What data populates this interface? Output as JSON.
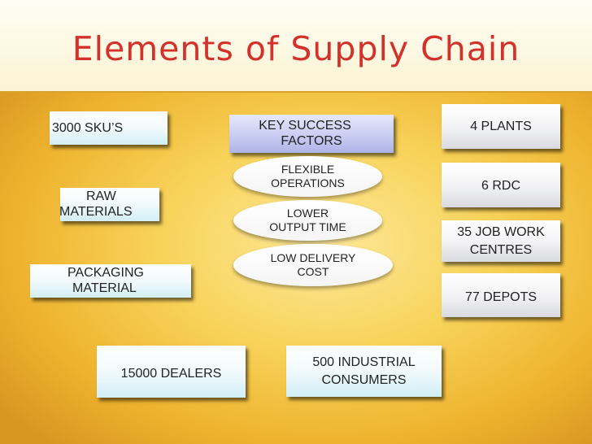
{
  "title": "Elements of Supply Chain",
  "boxes": {
    "skus": [
      "3000 SKU’S"
    ],
    "raw_materials": [
      "RAW",
      "MATERIALS"
    ],
    "packaging": [
      "PACKAGING",
      "MATERIAL"
    ],
    "key_success": [
      "KEY SUCCESS",
      "FACTORS"
    ],
    "plants": [
      "4 PLANTS"
    ],
    "rdc": [
      "6 RDC"
    ],
    "job_work": [
      "35 JOB WORK",
      "CENTRES"
    ],
    "depots": [
      "77 DEPOTS"
    ],
    "dealers": [
      "15000 DEALERS"
    ],
    "industrial": [
      "500 INDUSTRIAL",
      "CONSUMERS"
    ]
  },
  "factors": {
    "flexible": [
      "FLEXIBLE",
      "OPERATIONS"
    ],
    "output": [
      "LOWER",
      "OUTPUT TIME"
    ],
    "delivery": [
      "LOW DELIVERY",
      "COST"
    ]
  },
  "colors": {
    "title": "#d2322b",
    "background": "#f8d35a",
    "key_success_fill": "#c9cdf2",
    "box_fill": "#ffffff"
  }
}
